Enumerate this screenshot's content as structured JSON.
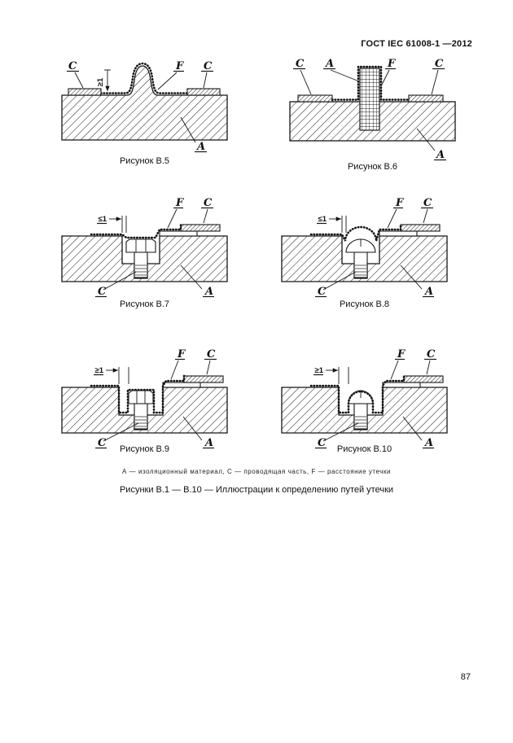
{
  "header": {
    "title": "ГОСТ IEC 61008-1 —2012"
  },
  "legend": {
    "text": "А — изоляционный материал, С — проводящая часть, F — расстояние утечки"
  },
  "series_caption": "Рисунки В.1 — В.10 — Иллюстрации к определению путей утечки",
  "footer": {
    "page_number": "87"
  },
  "figures": {
    "b5": {
      "caption": "Рисунок В.5",
      "dim": "≥1",
      "label_c_left": "C",
      "label_f": "F",
      "label_c_right": "C",
      "label_a": "A"
    },
    "b6": {
      "caption": "Рисунок В.6",
      "label_c_left": "C",
      "label_a_top": "A",
      "label_f": "F",
      "label_c_right": "C",
      "label_a_bottom": "A"
    },
    "b7": {
      "caption": "Рисунок В.7",
      "dim": "≤1",
      "label_f": "F",
      "label_c_top": "C",
      "label_c_bottom": "C",
      "label_a": "A"
    },
    "b8": {
      "caption": "Рисунок В.8",
      "dim": "≤1",
      "label_f": "F",
      "label_c_top": "C",
      "label_c_bottom": "C",
      "label_a": "A"
    },
    "b9": {
      "caption": "Рисунок В.9",
      "dim": "≥1",
      "label_f": "F",
      "label_c_top": "C",
      "label_c_bottom": "C",
      "label_a": "A"
    },
    "b10": {
      "caption": "Рисунок В.10",
      "dim": "≥1",
      "label_f": "F",
      "label_c_top": "C",
      "label_c_bottom": "C",
      "label_a": "A"
    }
  }
}
